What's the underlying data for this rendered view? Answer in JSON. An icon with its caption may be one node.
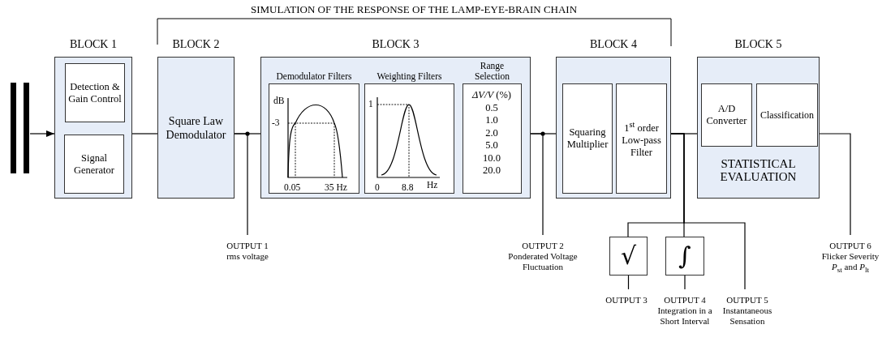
{
  "diagram": {
    "nodes": [
      {
        "text": [],
        "shape": "bar"
      },
      {
        "text": [
          "BLOCK 1"
        ]
      },
      {
        "text": [
          "Detection & Gain Control"
        ],
        "in": 1
      },
      {
        "text": [
          "Signal Generator"
        ],
        "in": 1
      },
      {
        "text": [
          "BLOCK 2",
          "Square Law Demodulator"
        ]
      },
      {
        "text": [
          "BLOCK 3"
        ]
      },
      {
        "text": [
          "Demodulator Filters",
          "dB",
          "-3",
          "0.05",
          "35 Hz"
        ],
        "in": 5
      },
      {
        "text": [
          "Weighting Filters",
          "1",
          "0",
          "8.8",
          "Hz"
        ],
        "in": 5
      },
      {
        "text": [
          "Range Selection",
          "*ΔV/V* (%)",
          "0.5",
          "1.0",
          "2.0",
          "5.0",
          "10.0",
          "20.0"
        ],
        "in": 5
      },
      {
        "text": [
          "BLOCK 4"
        ]
      },
      {
        "text": [
          "Squaring Multiplier"
        ],
        "in": 9
      },
      {
        "text": [
          "1$^{st}$ order Low-pass Filter"
        ],
        "in": 9
      },
      {
        "text": [
          "BLOCK 5",
          "STATISTICAL EVALUATION"
        ]
      },
      {
        "text": [
          "A/D Converter"
        ],
        "in": 12
      },
      {
        "text": [
          "Classification"
        ],
        "in": 12
      },
      {
        "text": [
          "√"
        ]
      },
      {
        "text": [
          "∫"
        ]
      },
      {
        "text": [
          "OUTPUT 1",
          "rms voltage"
        ]
      },
      {
        "text": [
          "OUTPUT 2",
          "Ponderated Voltage Fluctuation"
        ]
      },
      {
        "text": [
          "OUTPUT 3"
        ]
      },
      {
        "text": [
          "OUTPUT 4",
          "Integration in a Short Interval"
        ]
      },
      {
        "text": [
          "OUTPUT 5",
          "Instantaneous Sensation"
        ]
      },
      {
        "text": [
          "OUTPUT 6",
          "Flicker Severity",
          "*P*$_{st}$ and *P*$_{lt}$"
        ]
      }
    ],
    "edges": [
      {
        "from": 0,
        "to": 1,
        "arrow": "to"
      },
      {
        "from": 1,
        "to": 4,
        "arrow": "none"
      },
      {
        "from": 4,
        "to": 5,
        "arrow": "none"
      },
      {
        "from": 4,
        "to": 17,
        "arrow": "none"
      },
      {
        "from": 5,
        "to": 9,
        "arrow": "none"
      },
      {
        "from": 5,
        "to": 18,
        "arrow": "none"
      },
      {
        "from": 9,
        "to": 12,
        "arrow": "none"
      },
      {
        "from": 9,
        "to": 15,
        "arrow": "none"
      },
      {
        "from": 9,
        "to": 16,
        "arrow": "none"
      },
      {
        "from": 9,
        "to": 21,
        "arrow": "none"
      },
      {
        "from": 15,
        "to": 19,
        "arrow": "none"
      },
      {
        "from": 16,
        "to": 20,
        "arrow": "none"
      },
      {
        "from": 12,
        "to": 22,
        "arrow": "none"
      }
    ],
    "labels": [
      "SIMULATION OF THE RESPONSE OF THE LAMP-EYE-BRAIN CHAIN"
    ]
  }
}
